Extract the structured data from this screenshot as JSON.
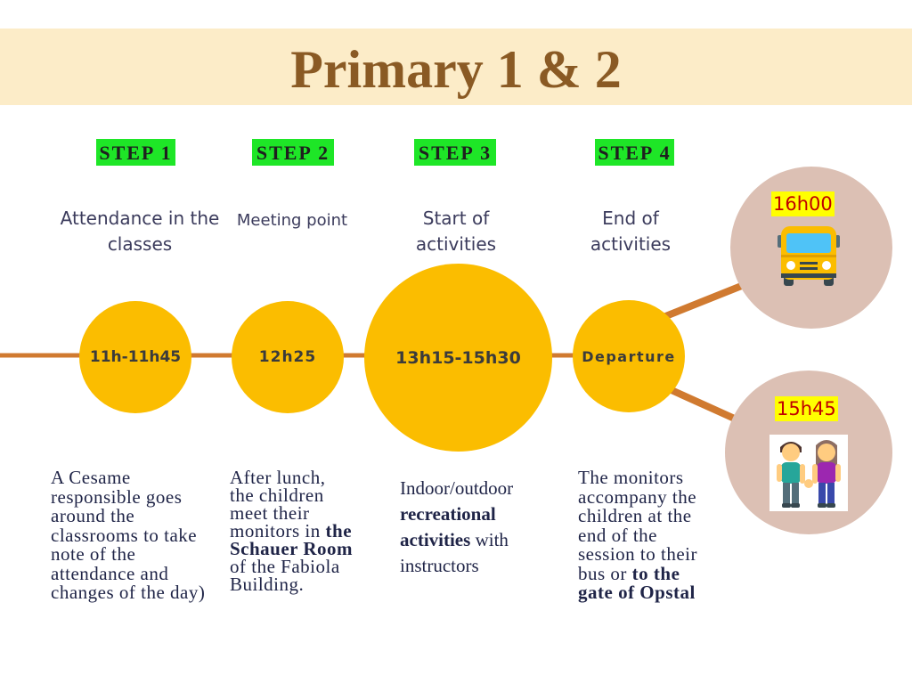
{
  "title": "Primary 1 & 2",
  "steps": [
    {
      "label": "STEP 1",
      "phase": "Attendance in the classes",
      "time": "11h-11h45"
    },
    {
      "label": "STEP 2",
      "phase": "Meeting point",
      "time": "12h25"
    },
    {
      "label": "STEP 3",
      "phase": "Start of activities",
      "time": "13h15-15h30"
    },
    {
      "label": "STEP 4",
      "phase": "End of activities",
      "time": "Departure"
    }
  ],
  "descriptions": {
    "step1": "A Cesame responsible goes around the classrooms to take note of the attendance and changes of the day)",
    "step2_a": "After lunch, the children meet their monitors in ",
    "step2_b": "the Schauer Room",
    "step2_c": " of the Fabiola Building.",
    "step3_a": "Indoor/outdoor ",
    "step3_b": "recreational activities",
    "step3_c": " with instructors",
    "step4_a": "The monitors accompany the children at the end of the session to their bus or ",
    "step4_b": "to the gate of Opstal"
  },
  "departures": [
    {
      "time": "16h00",
      "icon": "bus-icon"
    },
    {
      "time": "15h45",
      "icon": "children-icon"
    }
  ],
  "colors": {
    "banner": "#fcecc8",
    "title": "#8a5a24",
    "step_badge": "#1ee627",
    "circle": "#fbbd00",
    "line": "#d07a30",
    "departure_circle": "#dcc0b4",
    "time_highlight": "#ffff00",
    "time_text": "#c00000"
  }
}
